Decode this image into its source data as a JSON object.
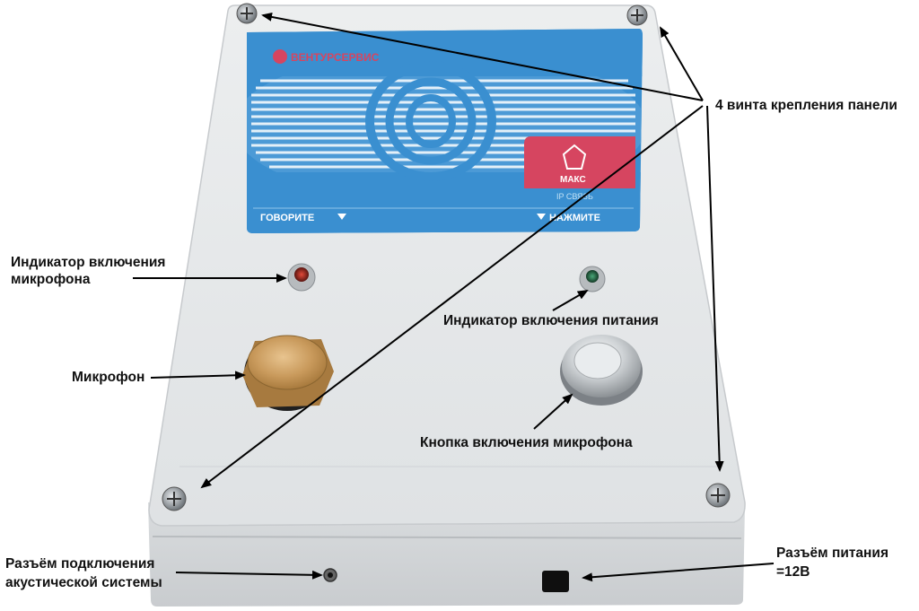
{
  "device": {
    "brand": "ВЕНТУРСЕРВИС",
    "logo_text": "МАКС",
    "logo_subtext": "IP СВЯЗЬ",
    "speak_label": "ГОВОРИТЕ",
    "press_label": "НАЖМИТЕ",
    "colors": {
      "panel": "#3a8fd0",
      "logo_badge": "#d64560",
      "housing": "#e4e6e7",
      "housing_side": "#d2d5d7"
    }
  },
  "annotations": {
    "screws": "4 винта крепления панели",
    "mic_indicator_line1": "Индикатор включения",
    "mic_indicator_line2": "микрофона",
    "power_indicator": "Индикатор включения питания",
    "microphone": "Микрофон",
    "mic_button": "Кнопка включения микрофона",
    "audio_connector_line1": "Разъём подключения",
    "audio_connector_line2": "акустической системы",
    "power_connector_line1": "Разъём питания",
    "power_connector_line2": "=12В"
  }
}
